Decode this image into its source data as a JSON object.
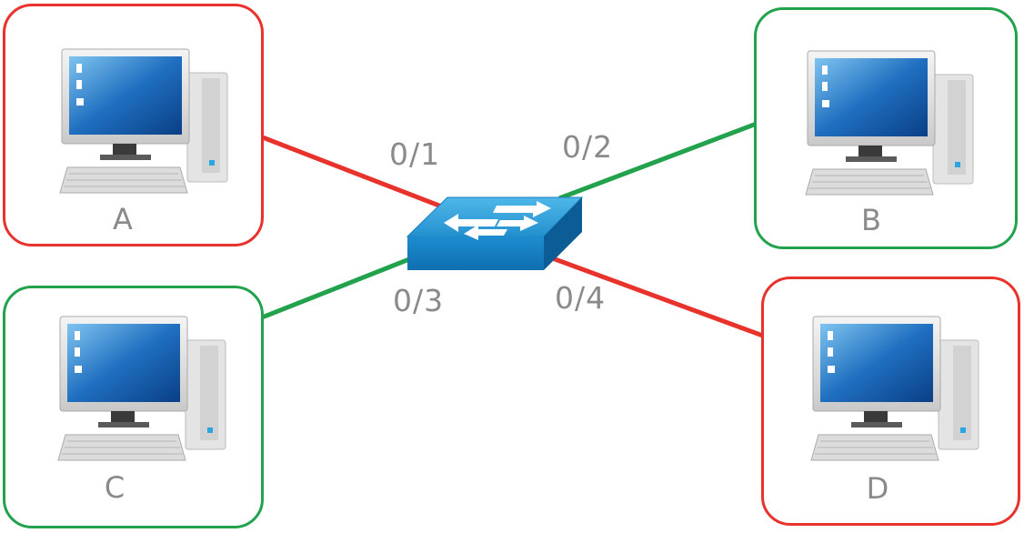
{
  "colors": {
    "blocked": "#e8322c",
    "allowed": "#23a24d",
    "label": "#8a8a8a"
  },
  "switch": {
    "icon": "network-switch-icon"
  },
  "hosts": {
    "a": {
      "label": "A",
      "status": "blocked",
      "port": "0/1"
    },
    "b": {
      "label": "B",
      "status": "allowed",
      "port": "0/2"
    },
    "c": {
      "label": "C",
      "status": "allowed",
      "port": "0/3"
    },
    "d": {
      "label": "D",
      "status": "blocked",
      "port": "0/4"
    }
  },
  "ports": {
    "p1": "0/1",
    "p2": "0/2",
    "p3": "0/3",
    "p4": "0/4"
  }
}
